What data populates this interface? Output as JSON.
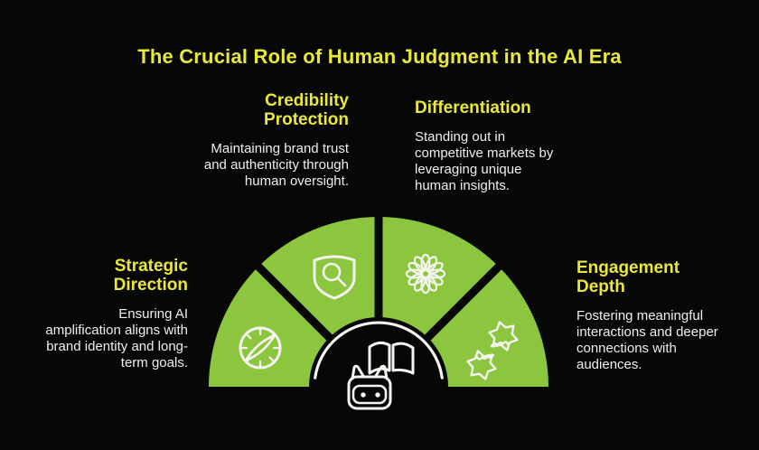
{
  "title": "The Crucial Role of Human Judgment in the AI Era",
  "theme": {
    "background": "#070707",
    "title_color": "#e9e83b",
    "heading_color": "#e9e83b",
    "body_color": "#efefef",
    "segment_color": "#8cc63e",
    "icon_color": "#f5f5f0"
  },
  "segments": [
    {
      "heading": "Strategic\nDirection",
      "body": "Ensuring AI\namplification aligns with\nbrand identity and long-\nterm goals.",
      "icon": "compass-icon"
    },
    {
      "heading": "Credibility\nProtection",
      "body": "Maintaining brand trust\nand authenticity through\nhuman oversight.",
      "icon": "shield-magnifier-icon"
    },
    {
      "heading": "Differentiation",
      "body": "Standing out in\ncompetitive markets by\nleveraging unique\nhuman insights.",
      "icon": "flower-icon"
    },
    {
      "heading": "Engagement\nDepth",
      "body": "Fostering meaningful\ninteractions and deeper\nconnections with\naudiences.",
      "icon": "jagged-leaves-icon"
    }
  ],
  "center_icons": [
    "robot-head-icon",
    "open-book-icon"
  ]
}
